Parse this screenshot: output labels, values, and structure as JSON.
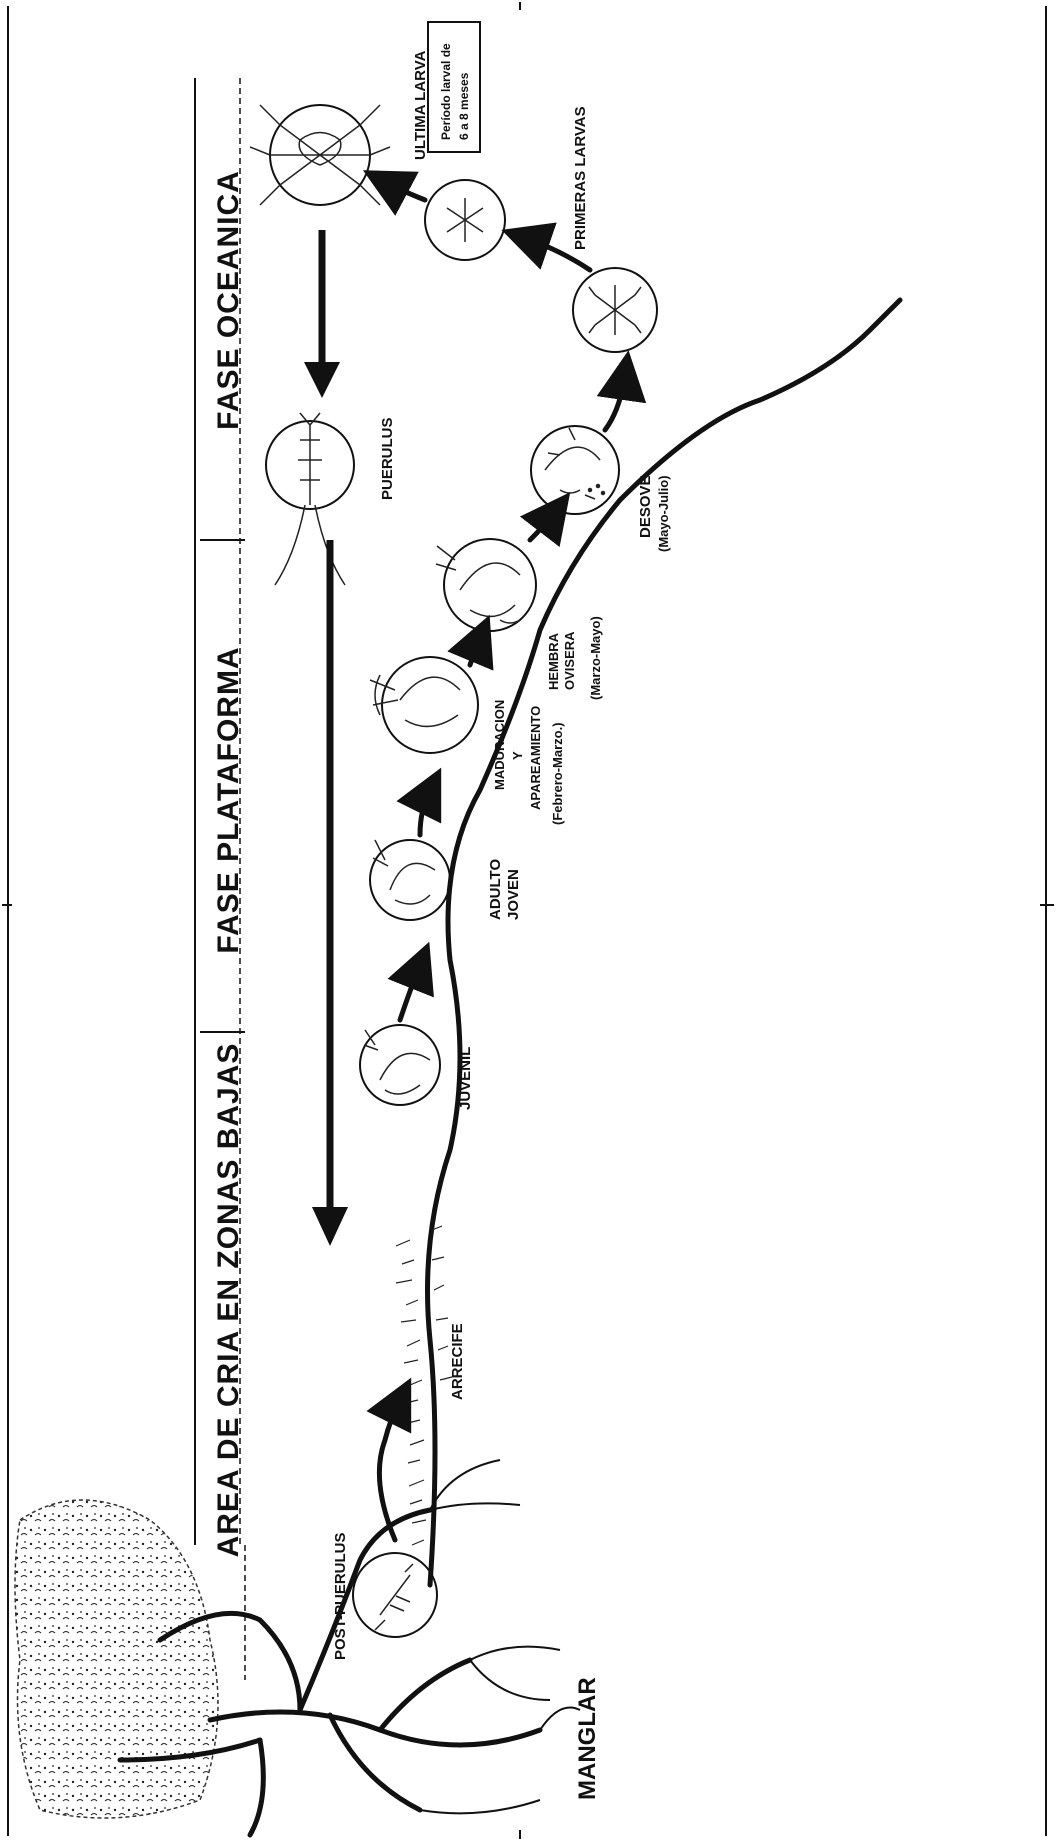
{
  "phases": {
    "area_cria": "AREA DE CRIA EN ZONAS BAJAS",
    "plataforma": "FASE PLATAFORMA",
    "oceanica": "FASE OCEANICA"
  },
  "habitat": {
    "manglar": "MANGLAR",
    "arrecife": "ARRECIFE"
  },
  "stages": {
    "post_puerulus": "POST-PUERULUS",
    "juvenil": "JUVENIL",
    "adulto_joven_1": "ADULTO",
    "adulto_joven_2": "JOVEN",
    "maduracion_1": "MADURACION",
    "maduracion_2": "Y",
    "maduracion_3": "APAREAMIENTO",
    "maduracion_4": "(Febrero-Marzo.)",
    "hembra_1": "HEMBRA",
    "hembra_2": "OVISERA",
    "hembra_3": "(Marzo-Mayo)",
    "desove_1": "DESOVE",
    "desove_2": "(Mayo-Julio)",
    "primeras_larvas": "PRIMERAS LARVAS",
    "ultima_larva": "ULTIMA LARVA",
    "puerulus": "PUERULUS"
  },
  "note": {
    "line1": "Período larval de",
    "line2": "6 a 8 meses"
  }
}
